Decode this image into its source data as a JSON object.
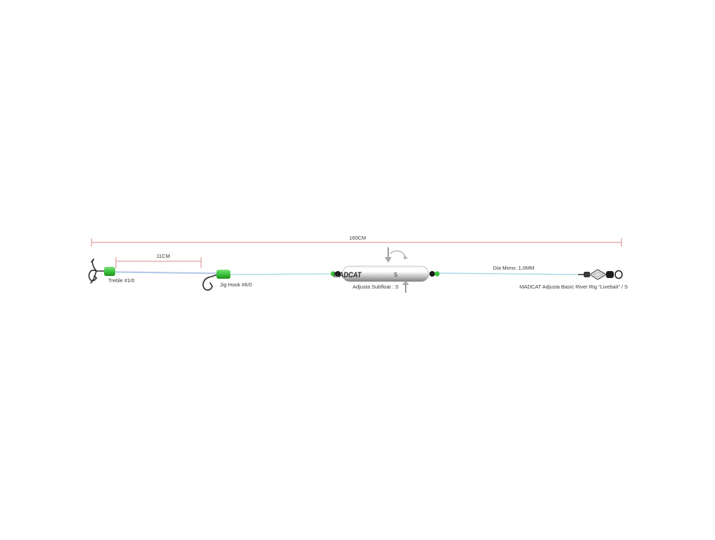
{
  "measurements": {
    "total_length": "160CM",
    "hook_spacing": "11CM"
  },
  "components": {
    "treble_hook": "Treble #1/0",
    "jig_hook": "Jig Hook #6/0",
    "subfloat": "Adjusta Subfloat : S",
    "subfloat_size_mark": "S",
    "subfloat_brand": "MADCAT",
    "mono": "Dia Mono: 1,0MM",
    "rig_name": "MADCAT Adjusta Basic River Rig “Livebait” / S"
  },
  "colors": {
    "dimension_line": "#d98a8a",
    "leader_line": "#9fd6e8",
    "sleeve_green": "#3ec43e",
    "bead_black": "#1a1a1a",
    "hook_metal": "#2b2b2b",
    "float_silver": "#c9c9c9"
  }
}
